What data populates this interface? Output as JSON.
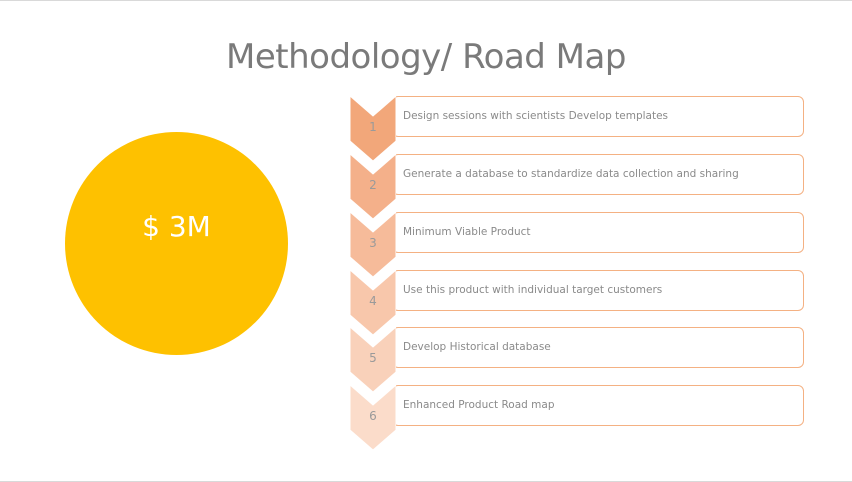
{
  "slide": {
    "title": "Methodology/ Road Map",
    "circle_label": "$ 3M",
    "circle_color": "#fec100"
  },
  "steps": [
    {
      "number": "1",
      "text": "Design sessions with scientists Develop templates",
      "color": "#f2a77a"
    },
    {
      "number": "2",
      "text": "Generate a database to standardize data collection and sharing",
      "color": "#f4b08a"
    },
    {
      "number": "3",
      "text": "Minimum Viable Product",
      "color": "#f6bb9a"
    },
    {
      "number": "4",
      "text": "Use this product with individual target customers",
      "color": "#f8c7ab"
    },
    {
      "number": "5",
      "text": "Develop Historical database",
      "color": "#f9d1ba"
    },
    {
      "number": "6",
      "text": "Enhanced Product Road map",
      "color": "#fbdcca"
    }
  ]
}
